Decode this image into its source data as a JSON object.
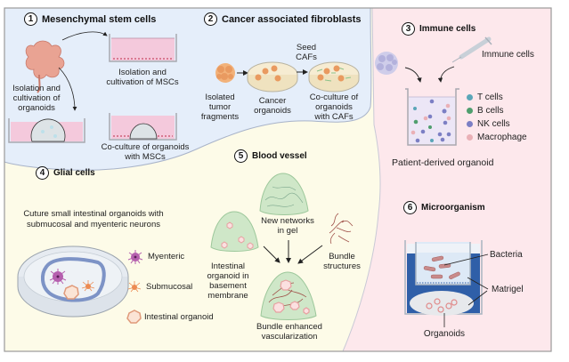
{
  "sections": {
    "s1": {
      "number": "1",
      "title": "Mesenchymal stem cells",
      "labels": {
        "organoid_culture": [
          "Isolation and",
          "cultivation of",
          "organoids"
        ],
        "msc_isolation": [
          "Isolation and",
          "cultivation of  MSCs"
        ],
        "coculture": [
          "Co-culture of organoids",
          "with MSCs"
        ]
      }
    },
    "s2": {
      "number": "2",
      "title": "Cancer associated fibroblasts",
      "labels": {
        "seed": [
          "Seed",
          "CAFs"
        ],
        "fragments": [
          "Isolated",
          "tumor",
          "fragments"
        ],
        "cancer_organoids": [
          "Cancer",
          "organoids"
        ],
        "coculture": [
          "Co-culture of",
          "organoids",
          "with CAFs"
        ]
      }
    },
    "s3": {
      "number": "3",
      "title": "Immune cells",
      "labels": {
        "syringe": "Immune cells",
        "caption": "Patient-derived organoid"
      },
      "legend": [
        {
          "label": "T cells",
          "color": "#5aa6b8"
        },
        {
          "label": "B cells",
          "color": "#4f9e6e"
        },
        {
          "label": "NK cells",
          "color": "#7c7fc4"
        },
        {
          "label": "Macrophage",
          "color": "#eab0b6"
        }
      ]
    },
    "s4": {
      "number": "4",
      "title": "Glial cells",
      "labels": {
        "description": [
          "Cuture small intestinal organoids with",
          "submucosal and myenteric neurons"
        ]
      },
      "legend": [
        {
          "label": "Myenteric",
          "icon": "myenteric-neuron-icon"
        },
        {
          "label": "Submucosal",
          "icon": "submucosal-neuron-icon"
        },
        {
          "label": "Intestinal organoid",
          "icon": "intestinal-organoid-icon"
        }
      ]
    },
    "s5": {
      "number": "5",
      "title": "Blood vessel",
      "labels": {
        "networks": [
          "New networks",
          "in gel"
        ],
        "organoid_membrane": [
          "Intestinal",
          "organoid in",
          "basement",
          "membrane"
        ],
        "bundle": [
          "Bundle",
          "structures"
        ],
        "enhanced": [
          "Bundle enhanced",
          "vascularization"
        ]
      }
    },
    "s6": {
      "number": "6",
      "title": "Microorganism",
      "labels": {
        "bacteria": "Bacteria",
        "matrigel": "Matrigel",
        "organoids": "Organoids"
      }
    }
  },
  "colors": {
    "blue_region": "#e5eefa",
    "yellow_region": "#fdfbe8",
    "pink_region": "#fde8ec",
    "border": "#9a9a9a",
    "dish_pink": "#f4c9dc",
    "matrigel_blue": "#2f5fa8"
  }
}
